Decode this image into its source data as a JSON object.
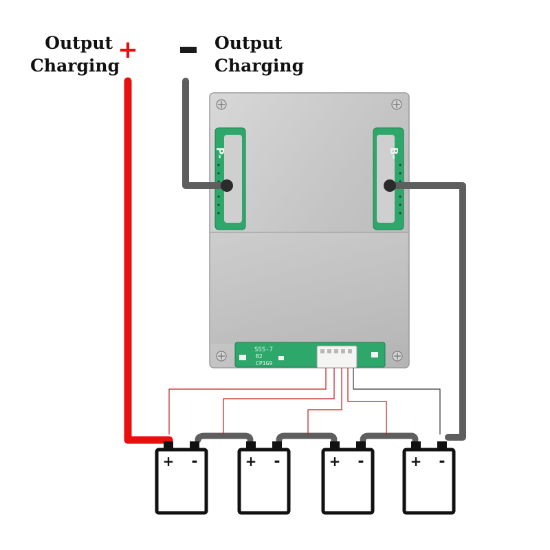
{
  "labels": {
    "positive": {
      "line1": "Output",
      "line2": "Charging",
      "sign": "+"
    },
    "negative": {
      "line1": "Output",
      "line2": "Charging",
      "sign": "-"
    }
  },
  "board": {
    "left_port": "P-",
    "right_port": "B-",
    "silk_1": "SSS-7",
    "silk_2": "B2",
    "silk_3": "CP1G9"
  },
  "batteries": [
    {
      "plus": "+",
      "minus": "-"
    },
    {
      "plus": "+",
      "minus": "-"
    },
    {
      "plus": "+",
      "minus": "-"
    },
    {
      "plus": "+",
      "minus": "-"
    }
  ],
  "colors": {
    "positive_wire": "#e8100f",
    "negative_wire": "#5e5e5e",
    "balance_wire_red": "#c21b1b",
    "balance_wire_black": "#333333",
    "board_metal": "#c9c9c9",
    "pcb_green": "#2ea76b"
  }
}
